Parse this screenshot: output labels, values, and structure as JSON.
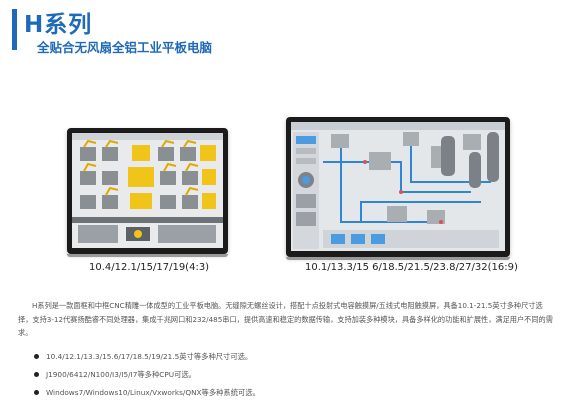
{
  "header": {
    "title": "H系列",
    "subtitle": "全贴合无风扇全铝工业平板电脑"
  },
  "products": [
    {
      "caption": "10.4/12.1/15/17/19(4:3)"
    },
    {
      "caption": "10.1/13.3/15 6/18.5/21.5/23.8/27/32(16:9)"
    }
  ],
  "description": "H系列是一款面框和中框CNC精雕一体成型的工业平板电脑。无缝隙无螺丝设计，搭配十点投射式电容触摸屏/五线式电阻触摸屏，具备10.1-21.5英寸多种尺寸选择，支持3-12代赛扬酷睿不同处理器，集成千兆网口和232/485串口，提供高速和稳定的数据传输，支持加装多种模块，具备多样化的功能和扩展性，满足用户不同的需求。",
  "features": [
    "10.4/12.1/13.3/15.6/17/18.5/19/21.5英寸等多种尺寸可选。",
    "J1900/6412/N100/I3/I5/I7等多种CPU可选。",
    "Windows7/Windows10/Linux/Vxworks/QNX等多种系统可选。"
  ],
  "colors": {
    "accent": "#1e69b8",
    "bezel": "#1b1b1b"
  }
}
